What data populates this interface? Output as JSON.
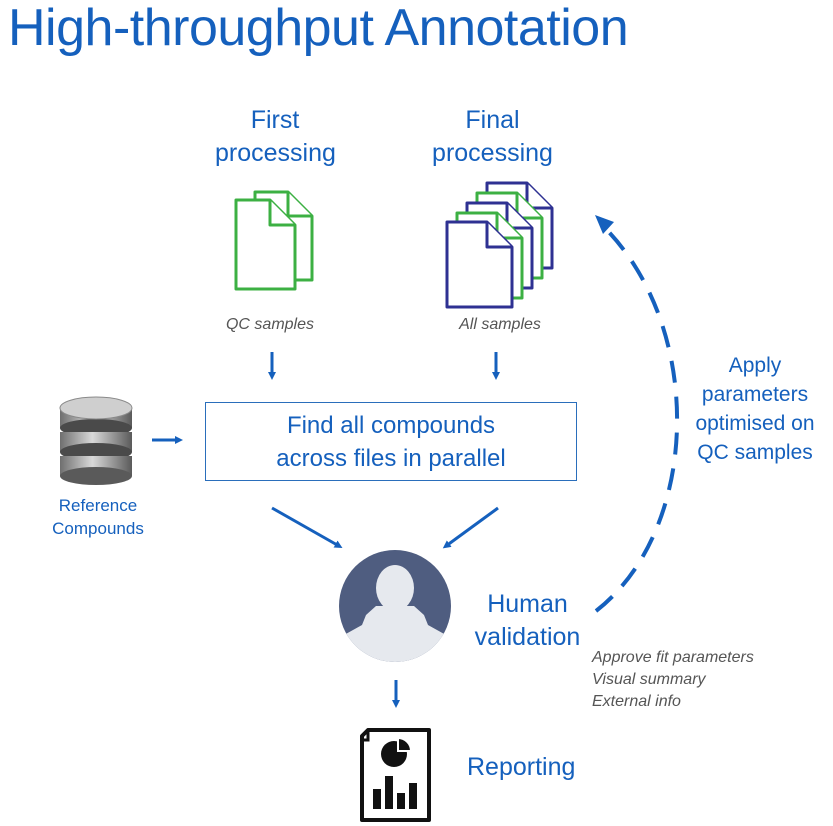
{
  "title": "High-throughput Annotation",
  "first": {
    "line1": "First",
    "line2": "processing",
    "caption": "QC samples"
  },
  "final": {
    "line1": "Final",
    "line2": "processing",
    "caption": "All samples"
  },
  "process_box": {
    "line1": "Find all compounds",
    "line2": "across files in parallel"
  },
  "reference": {
    "line1": "Reference",
    "line2": "Compounds"
  },
  "apply": {
    "line1": "Apply",
    "line2": "parameters",
    "line3": "optimised on",
    "line4": "QC samples"
  },
  "validation": {
    "line1": "Human",
    "line2": "validation",
    "details": [
      "Approve fit parameters",
      "Visual summary",
      "External info"
    ]
  },
  "reporting": "Reporting",
  "colors": {
    "accent": "#1560bd",
    "qc_doc": "#3cb043",
    "all_doc": "#2e3192",
    "avatar": "#4f5d80",
    "caption": "#555555"
  }
}
